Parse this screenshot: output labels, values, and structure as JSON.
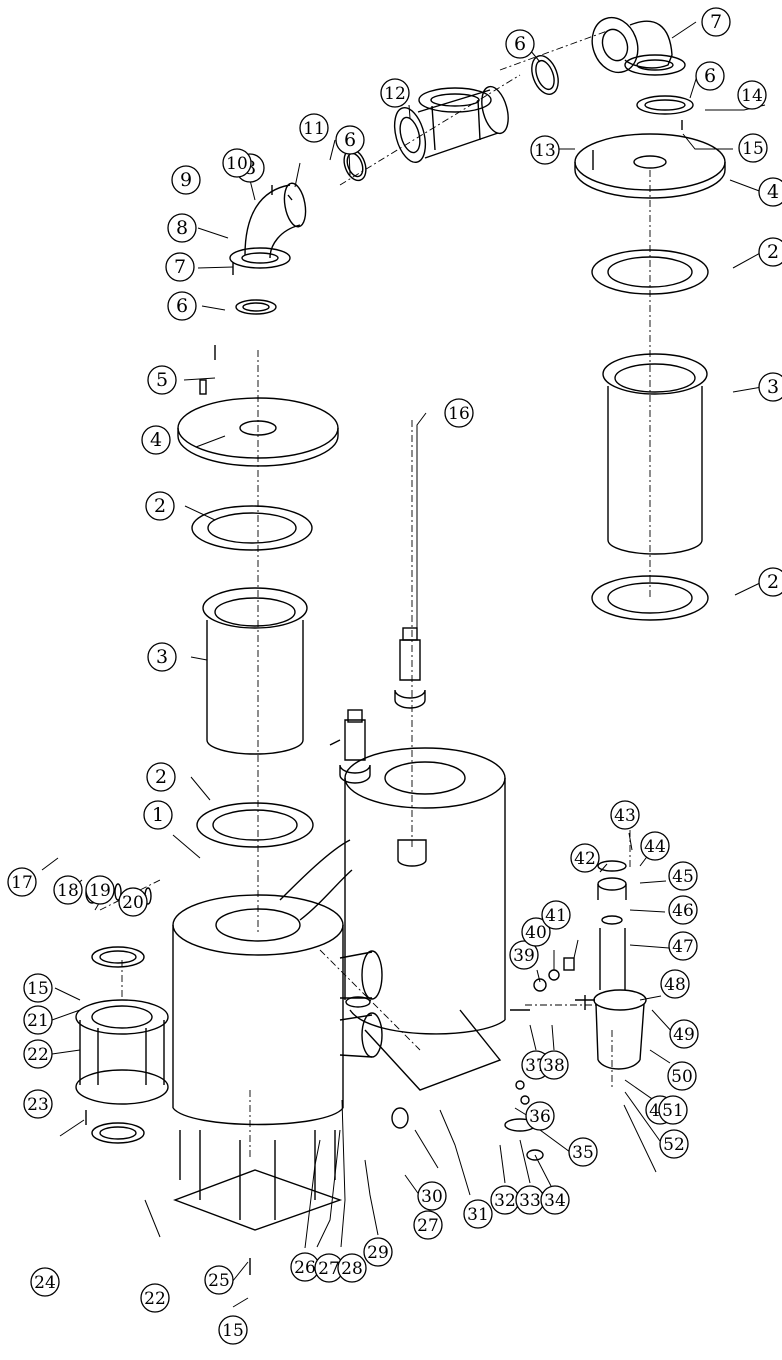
{
  "callouts": [
    {
      "id": "c1",
      "num": "1"
    },
    {
      "id": "c2a",
      "num": "2"
    },
    {
      "id": "c2b",
      "num": "2"
    },
    {
      "id": "c2c",
      "num": "2"
    },
    {
      "id": "c2d",
      "num": "2"
    },
    {
      "id": "c3a",
      "num": "3"
    },
    {
      "id": "c3b",
      "num": "3"
    },
    {
      "id": "c4a",
      "num": "4"
    },
    {
      "id": "c4b",
      "num": "4"
    },
    {
      "id": "c5",
      "num": "5"
    },
    {
      "id": "c6a",
      "num": "6"
    },
    {
      "id": "c6b",
      "num": "6"
    },
    {
      "id": "c6c",
      "num": "6"
    },
    {
      "id": "c6d",
      "num": "6"
    },
    {
      "id": "c7a",
      "num": "7"
    },
    {
      "id": "c7b",
      "num": "7"
    },
    {
      "id": "c8a",
      "num": "8"
    },
    {
      "id": "c8b",
      "num": "8"
    },
    {
      "id": "c9",
      "num": "9"
    },
    {
      "id": "c10",
      "num": "10"
    },
    {
      "id": "c11",
      "num": "11"
    },
    {
      "id": "c12",
      "num": "12"
    },
    {
      "id": "c13",
      "num": "13"
    },
    {
      "id": "c14",
      "num": "14"
    },
    {
      "id": "c15a",
      "num": "15"
    },
    {
      "id": "c15b",
      "num": "15"
    },
    {
      "id": "c15c",
      "num": "15"
    },
    {
      "id": "c16",
      "num": "16"
    },
    {
      "id": "c17",
      "num": "17"
    },
    {
      "id": "c18",
      "num": "18"
    },
    {
      "id": "c19",
      "num": "19"
    },
    {
      "id": "c20",
      "num": "20"
    },
    {
      "id": "c21",
      "num": "21"
    },
    {
      "id": "c22a",
      "num": "22"
    },
    {
      "id": "c22b",
      "num": "22"
    },
    {
      "id": "c23",
      "num": "23"
    },
    {
      "id": "c24",
      "num": "24"
    },
    {
      "id": "c25",
      "num": "25"
    },
    {
      "id": "c26",
      "num": "26"
    },
    {
      "id": "c27a",
      "num": "27"
    },
    {
      "id": "c27b",
      "num": "27"
    },
    {
      "id": "c28",
      "num": "28"
    },
    {
      "id": "c29",
      "num": "29"
    },
    {
      "id": "c30",
      "num": "30"
    },
    {
      "id": "c31",
      "num": "31"
    },
    {
      "id": "c32",
      "num": "32"
    },
    {
      "id": "c33",
      "num": "33"
    },
    {
      "id": "c34",
      "num": "34"
    },
    {
      "id": "c35",
      "num": "35"
    },
    {
      "id": "c36",
      "num": "36"
    },
    {
      "id": "c37",
      "num": "37"
    },
    {
      "id": "c38",
      "num": "38"
    },
    {
      "id": "c39",
      "num": "39"
    },
    {
      "id": "c40",
      "num": "40"
    },
    {
      "id": "c41",
      "num": "41"
    },
    {
      "id": "c42",
      "num": "42"
    },
    {
      "id": "c43",
      "num": "43"
    },
    {
      "id": "c44a",
      "num": "44"
    },
    {
      "id": "c44b",
      "num": "44"
    },
    {
      "id": "c45",
      "num": "45"
    },
    {
      "id": "c46",
      "num": "46"
    },
    {
      "id": "c47",
      "num": "47"
    },
    {
      "id": "c48",
      "num": "48"
    },
    {
      "id": "c49",
      "num": "49"
    },
    {
      "id": "c50",
      "num": "50"
    },
    {
      "id": "c51",
      "num": "51"
    },
    {
      "id": "c52",
      "num": "52"
    }
  ]
}
